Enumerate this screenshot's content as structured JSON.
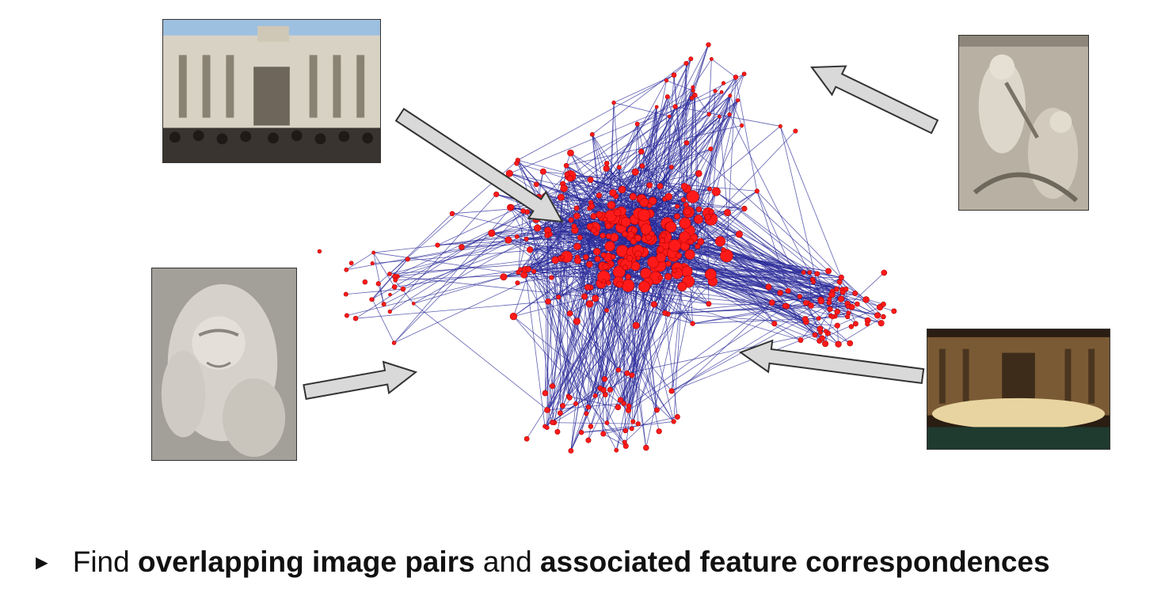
{
  "bullet": {
    "marker": "►",
    "parts": [
      {
        "text": "Find ",
        "bold": false
      },
      {
        "text": "overlapping image pairs",
        "bold": true
      },
      {
        "text": " and ",
        "bold": false
      },
      {
        "text": "associated feature correspondences",
        "bold": true
      }
    ]
  },
  "graph": {
    "edge_color": "#2b2b9a",
    "node_color": "#ff1a1a",
    "node_stroke": "#b00000",
    "arrow_fill": "#d9d9d9",
    "arrow_stroke": "#333333"
  },
  "images": [
    {
      "name": "trevi-facade-photo"
    },
    {
      "name": "relief-sculpture-photo"
    },
    {
      "name": "statue-closeup-photo"
    },
    {
      "name": "trevi-night-photo"
    }
  ]
}
